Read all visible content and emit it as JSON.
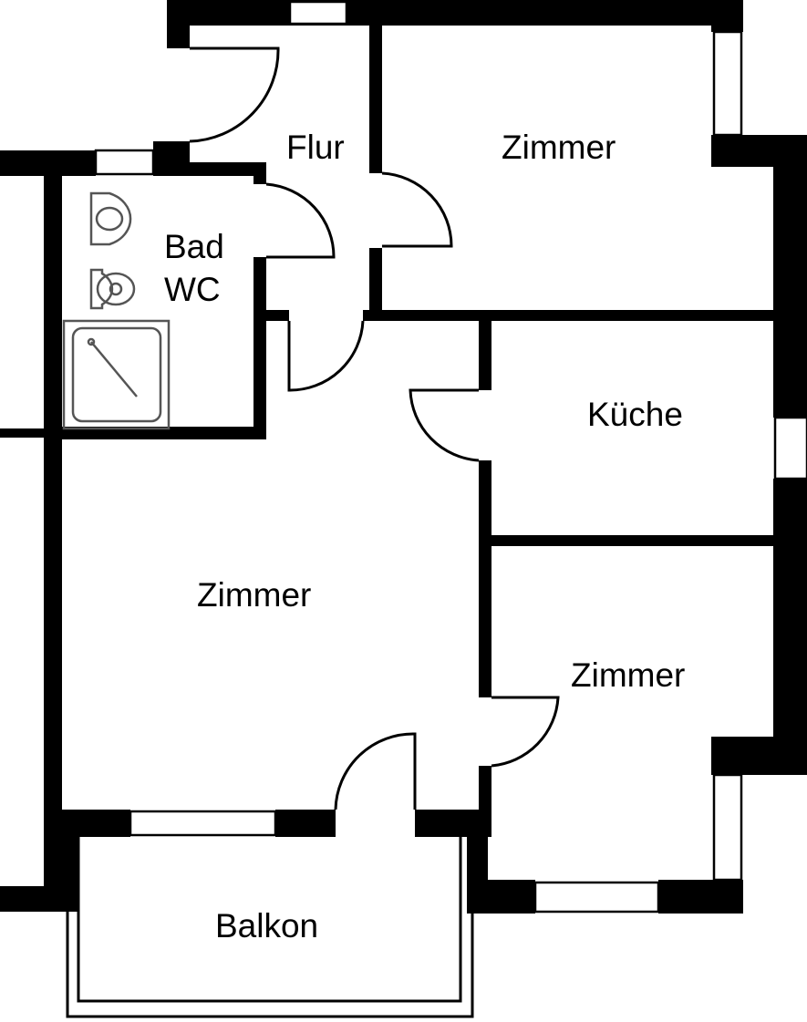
{
  "rooms": {
    "flur": "Flur",
    "zimmer_top": "Zimmer",
    "bad": "Bad",
    "wc": "WC",
    "kueche": "Küche",
    "zimmer_main": "Zimmer",
    "zimmer_right": "Zimmer",
    "balkon": "Balkon"
  },
  "colors": {
    "wall": "#000000",
    "background": "#ffffff",
    "fixture": "#555555"
  }
}
